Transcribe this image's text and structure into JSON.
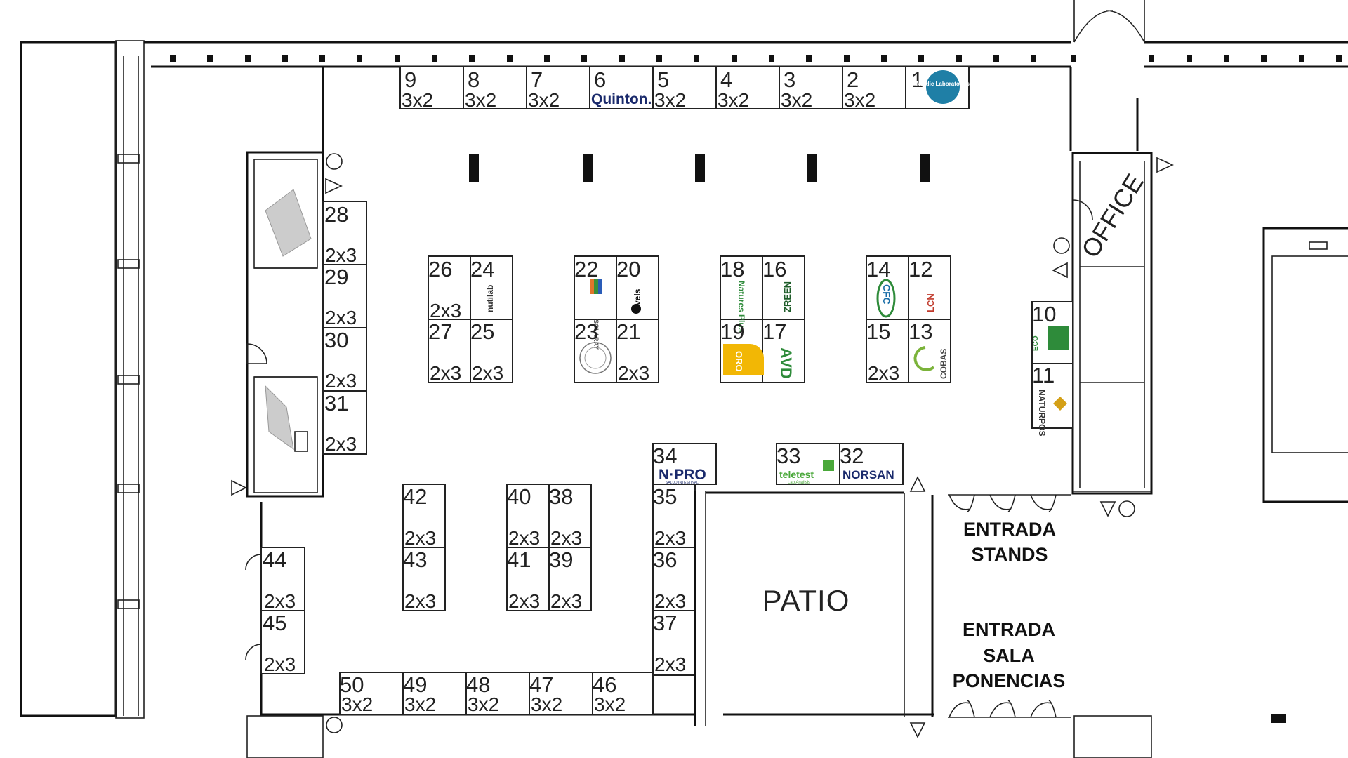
{
  "map": {
    "patio_label": "PATIO",
    "office_label": "OFFICE",
    "entrada_stands": [
      "ENTRADA",
      "STANDS"
    ],
    "entrada_sala": [
      "ENTRADA",
      "SALA",
      "PONENCIAS"
    ]
  },
  "stands": {
    "s1": {
      "num": "1",
      "logo": "Nordic Laboratories"
    },
    "s2": {
      "num": "2",
      "size": "3x2"
    },
    "s3": {
      "num": "3",
      "size": "3x2"
    },
    "s4": {
      "num": "4",
      "size": "3x2"
    },
    "s5": {
      "num": "5",
      "size": "3x2"
    },
    "s6": {
      "num": "6",
      "logo": "Quinton."
    },
    "s7": {
      "num": "7",
      "size": "3x2"
    },
    "s8": {
      "num": "8",
      "size": "3x2"
    },
    "s9": {
      "num": "9",
      "size": "3x2"
    },
    "s10": {
      "num": "10",
      "logo": "ECO"
    },
    "s11": {
      "num": "11",
      "logo": "NATURPOS"
    },
    "s12": {
      "num": "12",
      "logo": "LCN"
    },
    "s13": {
      "num": "13",
      "logo": "COBAS"
    },
    "s14": {
      "num": "14",
      "logo": "CFC"
    },
    "s15": {
      "num": "15",
      "size": "2x3"
    },
    "s16": {
      "num": "16",
      "logo": "ZREEN"
    },
    "s17": {
      "num": "17",
      "logo": "AVD"
    },
    "s18": {
      "num": "18",
      "logo": "Natures Plus"
    },
    "s19": {
      "num": "19",
      "logo": "ORO"
    },
    "s20": {
      "num": "20",
      "logo": "levels"
    },
    "s21": {
      "num": "21",
      "size": "2x3"
    },
    "s22": {
      "num": "22",
      "logo": "SOLARAY"
    },
    "s23": {
      "num": "23"
    },
    "s24": {
      "num": "24",
      "logo": "nutilab"
    },
    "s25": {
      "num": "25",
      "size": "2x3"
    },
    "s26": {
      "num": "26",
      "size": "2x3"
    },
    "s27": {
      "num": "27",
      "size": "2x3"
    },
    "s28": {
      "num": "28",
      "size": "2x3"
    },
    "s29": {
      "num": "29",
      "size": "2x3"
    },
    "s30": {
      "num": "30",
      "size": "2x3"
    },
    "s31": {
      "num": "31",
      "size": "2x3"
    },
    "s32": {
      "num": "32",
      "logo": "NORSAN"
    },
    "s33": {
      "num": "33",
      "logo": "teletest",
      "logo_sub": "Lab Analisis"
    },
    "s34": {
      "num": "34",
      "logo": "N·PRO",
      "logo_sub": "SALUD INTESTINAL"
    },
    "s35": {
      "num": "35",
      "size": "2x3"
    },
    "s36": {
      "num": "36",
      "size": "2x3"
    },
    "s37": {
      "num": "37",
      "size": "2x3"
    },
    "s38": {
      "num": "38",
      "size": "2x3"
    },
    "s39": {
      "num": "39",
      "size": "2x3"
    },
    "s40": {
      "num": "40",
      "size": "2x3"
    },
    "s41": {
      "num": "41",
      "size": "2x3"
    },
    "s42": {
      "num": "42",
      "size": "2x3"
    },
    "s43": {
      "num": "43",
      "size": "2x3"
    },
    "s44": {
      "num": "44",
      "size": "2x3"
    },
    "s45": {
      "num": "45",
      "size": "2x3"
    },
    "s46": {
      "num": "46",
      "size": "3x2"
    },
    "s47": {
      "num": "47",
      "size": "3x2"
    },
    "s48": {
      "num": "48",
      "size": "3x2"
    },
    "s49": {
      "num": "49",
      "size": "3x2"
    },
    "s50": {
      "num": "50",
      "size": "3x2"
    }
  },
  "colors": {
    "ink": "#222222",
    "nordic": "#1f7fa6",
    "quinton": "#1a2a6c",
    "green": "#2e8b3a",
    "oro": "#f2b705",
    "npro": "#1a2a6c"
  }
}
